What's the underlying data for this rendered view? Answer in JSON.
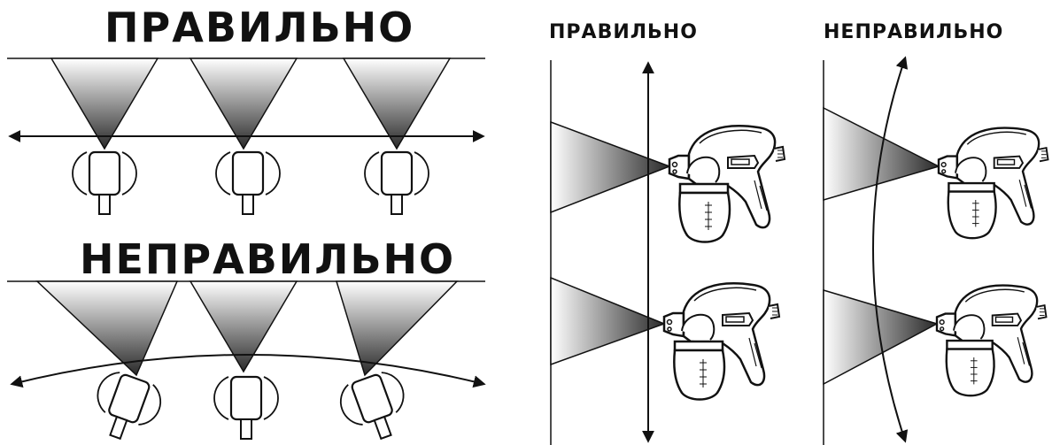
{
  "labels": {
    "left_top": "ПРАВИЛЬНО",
    "left_bottom": "НЕПРАВИЛЬНО",
    "right_correct": "ПРАВИЛЬНО",
    "right_incorrect": "НЕПРАВИЛЬНО"
  },
  "colors": {
    "ink": "#111111",
    "spray_dark": "#2a2a2a",
    "spray_light": "#ffffff"
  }
}
